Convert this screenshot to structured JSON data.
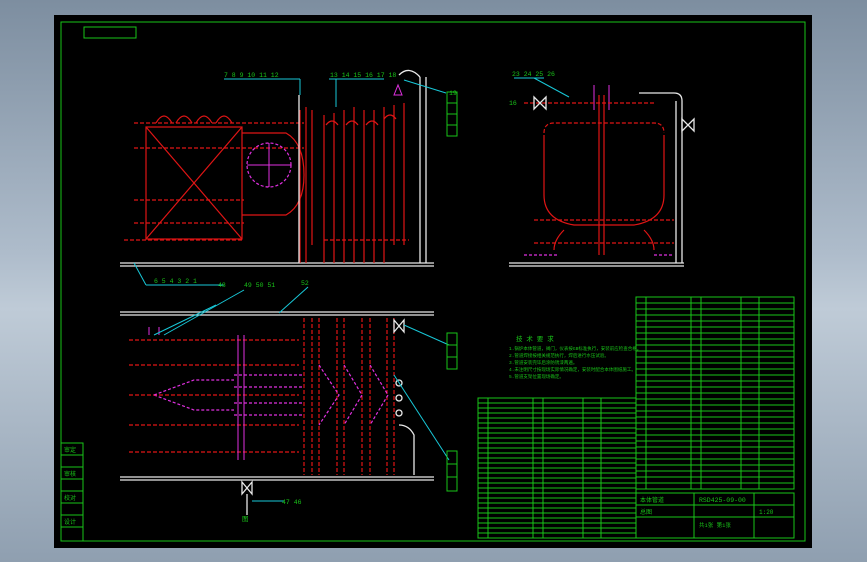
{
  "drawing": {
    "view1_callouts_top_left": "7 8 9 10 11 12",
    "view1_callouts_top_mid": "13 14 15 16 17 18",
    "view1_callout_right": "19",
    "view1_callouts_bottom": "6 5 4 3 2 1",
    "view2_callouts_top": "23 24 25 26",
    "view2_label_left": "16",
    "view3_callout_48": "48",
    "view3_callout_495051": "49 50 51",
    "view3_callout_52": "52",
    "view3_callout_bottom": "47 46",
    "view3_label_bottom": "图"
  },
  "notes": {
    "title": "技 术 要 求",
    "lines": [
      "1.锅炉本体管道，阀门，仪表按GB标准执行，安装前应检查合格。",
      "2.管道焊接按相关规范执行，焊后进行水压试验。",
      "3.管道安装完毕后涂防锈漆两遍。",
      "4.未注明尺寸按现场实际情况确定，安装时配合本体图纸施工。",
      "5.管道支架位置现场确定。"
    ]
  },
  "title_block": {
    "drawing_no": "RSD425-09-00",
    "line1": "本体管道",
    "line2": "总图",
    "scale": "1:20",
    "sheet": "共1张 第1张"
  },
  "revision_block": {
    "rows": [
      "审定",
      "审核",
      "校对",
      "设计"
    ]
  }
}
